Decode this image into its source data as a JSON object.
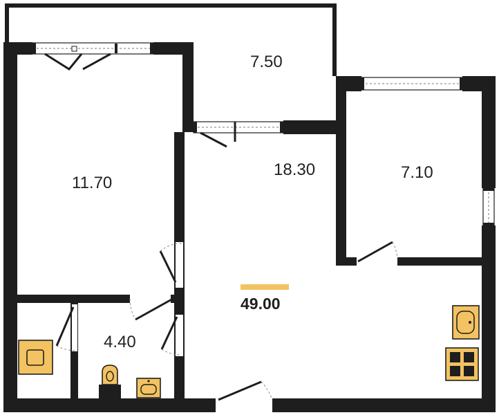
{
  "plan": {
    "total_area": "49.00",
    "accent_color": "#f3c261",
    "wall_color": "#1e1e1e",
    "rooms": [
      {
        "id": "bedroom",
        "area": "11.70"
      },
      {
        "id": "balcony",
        "area": "7.50"
      },
      {
        "id": "living-room",
        "area": "18.30"
      },
      {
        "id": "kitchen",
        "area": "7.10"
      },
      {
        "id": "bathroom",
        "area": "4.40"
      }
    ],
    "fixtures": [
      "washing-machine",
      "toilet",
      "washbasin",
      "sink",
      "stove"
    ]
  }
}
